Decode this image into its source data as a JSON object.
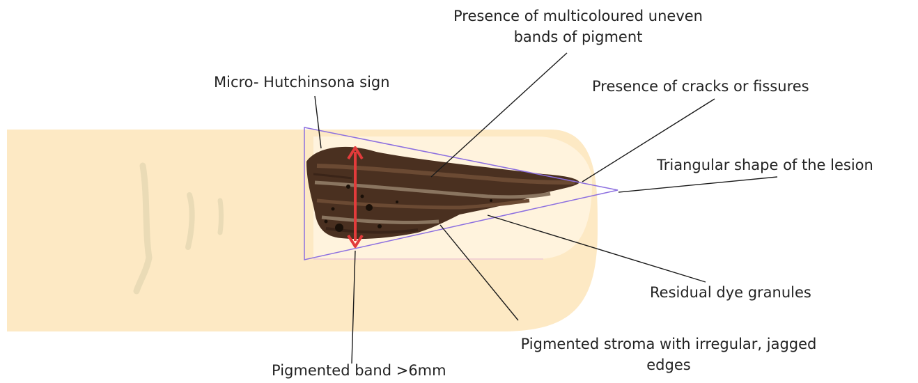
{
  "labels": {
    "multicoloured_bands": [
      "Presence of multicoloured uneven",
      "bands of pigment"
    ],
    "micro_hutchinson": "Micro- Hutchinsona sign",
    "cracks_fissures": "Presence of cracks or fissures",
    "triangular_shape": "Triangular shape of the lesion",
    "residual_dye": "Residual dye granules",
    "pigmented_stroma": [
      "Pigmented stroma with irregular, jagged",
      "edges"
    ],
    "pigmented_band": "Pigmented band >6mm"
  },
  "colors": {
    "skin": "#fde9c4",
    "nail_plate": "#fff3dd",
    "lesion_dark": "#4a3020",
    "lesion_mid": "#6b4a33",
    "lesion_light": "#8a7560",
    "triangle_outline": "#8c6fe0",
    "arrow": "#e23b3b",
    "leader_line": "#1a1a1a"
  },
  "icons": [
    "nail-lesion-illustration",
    "double-arrow-icon"
  ]
}
